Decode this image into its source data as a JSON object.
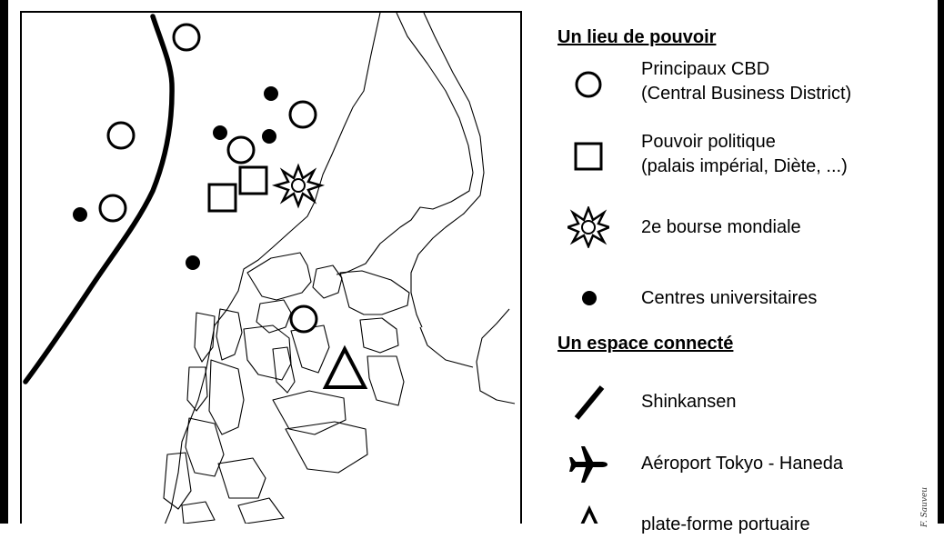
{
  "legend": {
    "power_heading": "Un lieu de pouvoir",
    "cbd_label_1": "Principaux CBD",
    "cbd_label_2": "(Central Business District)",
    "political_label_1": "Pouvoir politique",
    "political_label_2": "(palais impérial, Diète, ...)",
    "exchange_label": "2e bourse mondiale",
    "university_label": "Centres universitaires",
    "connected_heading": "Un espace connecté",
    "shinkansen_label": "Shinkansen",
    "airport_label": "Aéroport Tokyo - Haneda",
    "port_label": "plate-forme portuaire"
  },
  "signature": "F. Sauveu",
  "icons": {
    "cbd": "circle-icon",
    "political": "square-icon",
    "exchange": "starburst-icon",
    "university": "dot-icon",
    "shinkansen": "line-icon",
    "airport": "airplane-icon",
    "port": "triangle-icon"
  },
  "colors": {
    "ink": "#000000",
    "paper": "#ffffff"
  }
}
